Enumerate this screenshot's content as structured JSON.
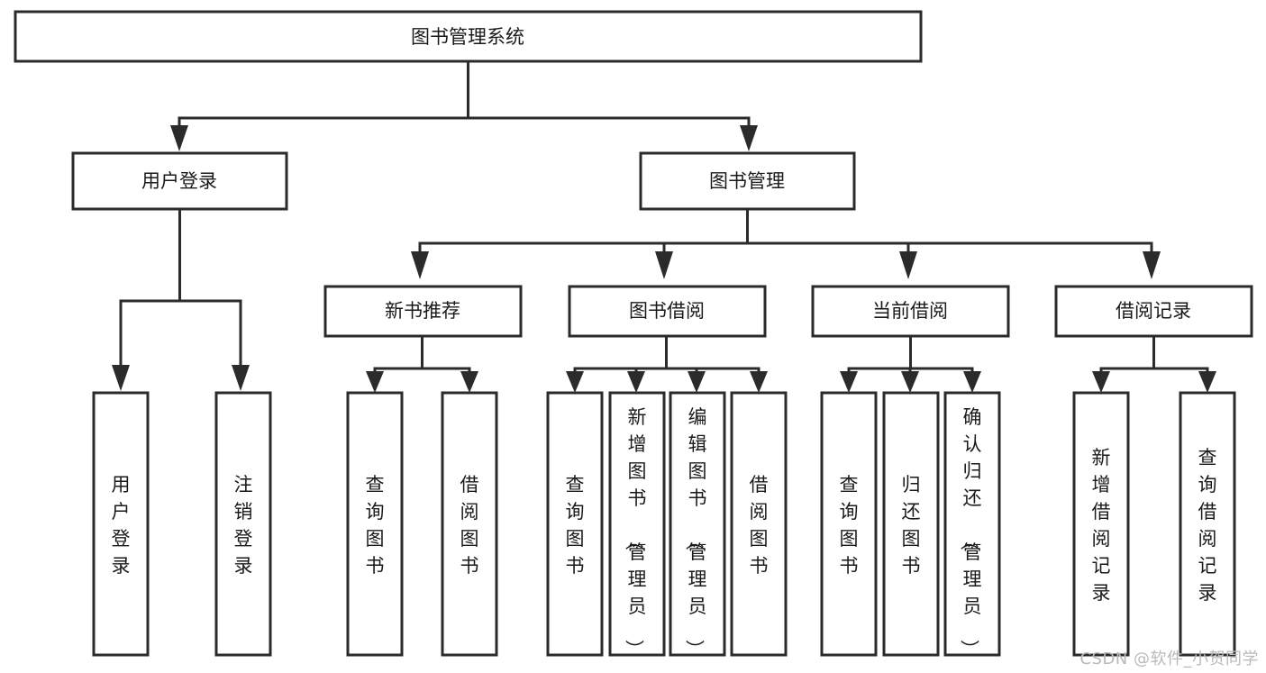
{
  "diagram": {
    "type": "tree-flowchart",
    "title_node": {
      "id": "root",
      "label": "图书管理系统"
    },
    "levels": {
      "level2": [
        {
          "id": "user-login",
          "label": "用户登录"
        },
        {
          "id": "book-manage",
          "label": "图书管理"
        }
      ],
      "level3": [
        {
          "id": "new-book-rec",
          "label": "新书推荐"
        },
        {
          "id": "book-borrow",
          "label": "图书借阅"
        },
        {
          "id": "current-borrow",
          "label": "当前借阅"
        },
        {
          "id": "borrow-record",
          "label": "借阅记录"
        }
      ],
      "level4": [
        {
          "id": "leaf-user-login",
          "label": "用户登录",
          "parent": "user-login"
        },
        {
          "id": "leaf-logout",
          "label": "注销登录",
          "parent": "user-login"
        },
        {
          "id": "leaf-query-book-1",
          "label": "查询图书",
          "parent": "new-book-rec"
        },
        {
          "id": "leaf-borrow-book-1",
          "label": "借阅图书",
          "parent": "new-book-rec"
        },
        {
          "id": "leaf-query-book-2",
          "label": "查询图书",
          "parent": "book-borrow"
        },
        {
          "id": "leaf-add-book",
          "label": "新增图书（管理员）",
          "parent": "book-borrow"
        },
        {
          "id": "leaf-edit-book",
          "label": "编辑图书（管理员）",
          "parent": "book-borrow"
        },
        {
          "id": "leaf-borrow-book-2",
          "label": "借阅图书",
          "parent": "book-borrow"
        },
        {
          "id": "leaf-query-book-3",
          "label": "查询图书",
          "parent": "current-borrow"
        },
        {
          "id": "leaf-return-book",
          "label": "归还图书",
          "parent": "current-borrow"
        },
        {
          "id": "leaf-confirm-return",
          "label": "确认归还（管理员）",
          "parent": "current-borrow"
        },
        {
          "id": "leaf-add-record",
          "label": "新增借阅记录",
          "parent": "borrow-record"
        },
        {
          "id": "leaf-query-record",
          "label": "查询借阅记录",
          "parent": "borrow-record"
        }
      ]
    },
    "colors": {
      "box_stroke": "#2b2b2b",
      "box_fill": "#ffffff",
      "text": "#1a1a1a",
      "watermark": "#b9b9b9",
      "background": "#ffffff"
    }
  },
  "watermark": {
    "text": "CSDN @软件_小贺同学"
  }
}
